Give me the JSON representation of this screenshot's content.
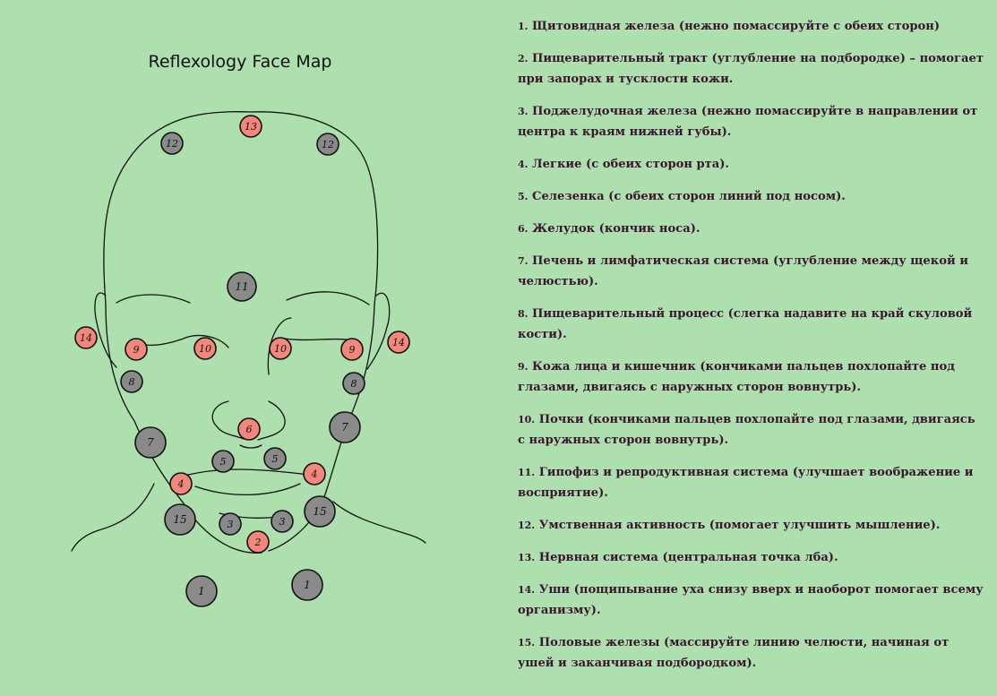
{
  "title": "Reflexology Face Map",
  "colors": {
    "background": "#aedfae",
    "point_gray": "#8a8a8a",
    "point_red": "#f4877c",
    "legend_text": "#3b1430"
  },
  "points": [
    {
      "label": "13",
      "color": "red"
    },
    {
      "label": "12",
      "color": "gray"
    },
    {
      "label": "12",
      "color": "gray"
    },
    {
      "label": "11",
      "color": "gray"
    },
    {
      "label": "14",
      "color": "red"
    },
    {
      "label": "14",
      "color": "red"
    },
    {
      "label": "9",
      "color": "red"
    },
    {
      "label": "10",
      "color": "red"
    },
    {
      "label": "10",
      "color": "red"
    },
    {
      "label": "9",
      "color": "red"
    },
    {
      "label": "8",
      "color": "gray"
    },
    {
      "label": "8",
      "color": "gray"
    },
    {
      "label": "6",
      "color": "red"
    },
    {
      "label": "7",
      "color": "gray"
    },
    {
      "label": "7",
      "color": "gray"
    },
    {
      "label": "5",
      "color": "gray"
    },
    {
      "label": "5",
      "color": "gray"
    },
    {
      "label": "4",
      "color": "red"
    },
    {
      "label": "4",
      "color": "red"
    },
    {
      "label": "15",
      "color": "gray"
    },
    {
      "label": "15",
      "color": "gray"
    },
    {
      "label": "3",
      "color": "gray"
    },
    {
      "label": "3",
      "color": "gray"
    },
    {
      "label": "2",
      "color": "red"
    },
    {
      "label": "1",
      "color": "gray"
    },
    {
      "label": "1",
      "color": "gray"
    }
  ],
  "legend": [
    {
      "num": "1.",
      "text": "Щитовидная железа (нежно помассируйте с обеих сторон)"
    },
    {
      "num": "2.",
      "text": "Пищеварительный тракт (углубление на подбородке) – помогает при запорах и тусклости кожи."
    },
    {
      "num": "3.",
      "text": "Поджелудочная железа (нежно помассируйте в направлении от центра к краям нижней губы)."
    },
    {
      "num": "4.",
      "text": "Легкие (с обеих сторон рта)."
    },
    {
      "num": "5.",
      "text": "Селезенка (с обеих сторон линий под носом)."
    },
    {
      "num": "6.",
      "text": "Желудок (кончик носа)."
    },
    {
      "num": "7.",
      "text": "Печень и лимфатическая система (углубление между щекой и челюстью)."
    },
    {
      "num": "8.",
      "text": "Пищеварительный процесс (слегка надавите на край скуловой кости)."
    },
    {
      "num": "9.",
      "text": "Кожа лица и кишечник (кончиками пальцев похлопайте под глазами, двигаясь с наружных сторон вовнутрь)."
    },
    {
      "num": "10.",
      "text": "Почки (кончиками пальцев похлопайте под глазами, двигаясь с наружных сторон вовнутрь)."
    },
    {
      "num": "11.",
      "text": "Гипофиз и репродуктивная система (улучшает воображение и восприятие)."
    },
    {
      "num": "12.",
      "text": "Умственная активность (помогает улучшить мышление)."
    },
    {
      "num": "13.",
      "text": "Нервная система (центральная точка лба)."
    },
    {
      "num": "14.",
      "text": "Уши (пощипывание уха снизу вверх и наоборот помогает всему организму)."
    },
    {
      "num": "15.",
      "text": "Половые железы (массируйте линию челюсти, начиная от ушей и заканчивая подбородком)."
    }
  ]
}
